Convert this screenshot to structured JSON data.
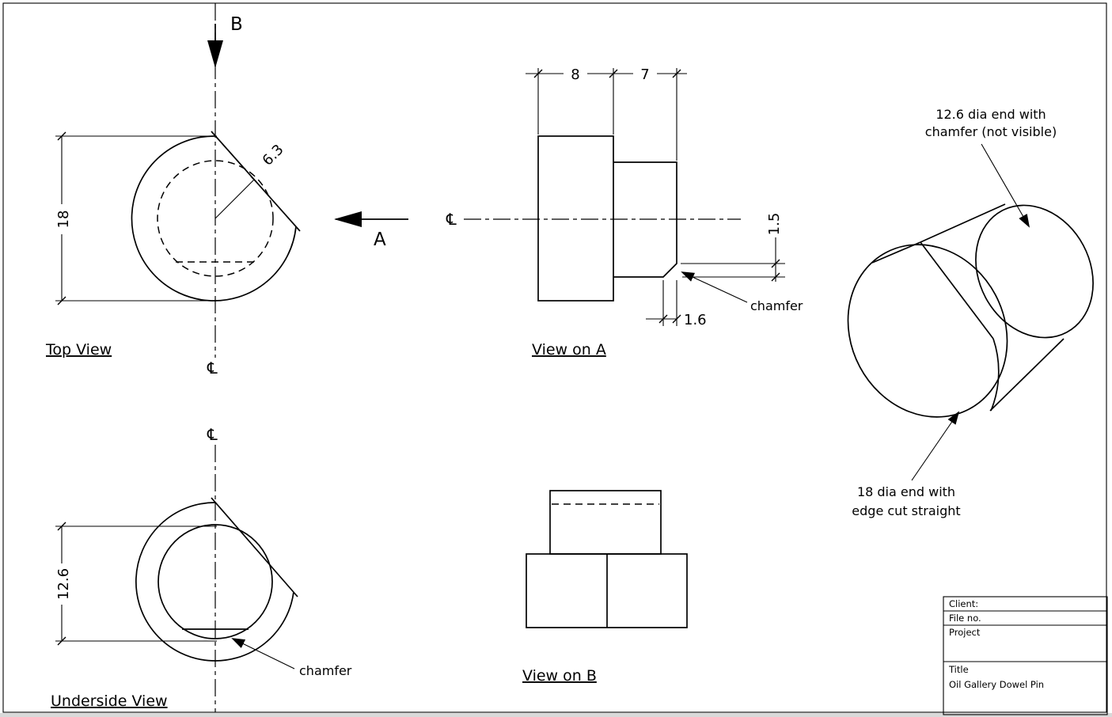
{
  "theme": {
    "bg": "#ffffff",
    "line": "#000000",
    "edge_strip": "#d9d9d9"
  },
  "symbols": {
    "centerline": "℄"
  },
  "arrows": {
    "a": "A",
    "b": "B"
  },
  "views": {
    "top": {
      "label": "Top View",
      "dia": "18",
      "radius": "6.3"
    },
    "underside": {
      "label": "Underside View",
      "dia": "12.6",
      "chamfer_note": "chamfer"
    },
    "a": {
      "label": "View on A",
      "len_big": "8",
      "len_small": "7",
      "chamfer_height": "1.5",
      "chamfer_width": "1.6",
      "chamfer_note": "chamfer"
    },
    "b": {
      "label": "View on B"
    }
  },
  "iso": {
    "note_small_end_line1": "12.6 dia end with",
    "note_small_end_line2": "chamfer (not visible)",
    "note_big_end_line1": "18 dia end with",
    "note_big_end_line2": "edge cut straight"
  },
  "title_block": {
    "client_label": "Client:",
    "file_no_label": "File no.",
    "project_label": "Project",
    "title_label": "Title",
    "title_value": "Oil Gallery Dowel Pin"
  }
}
